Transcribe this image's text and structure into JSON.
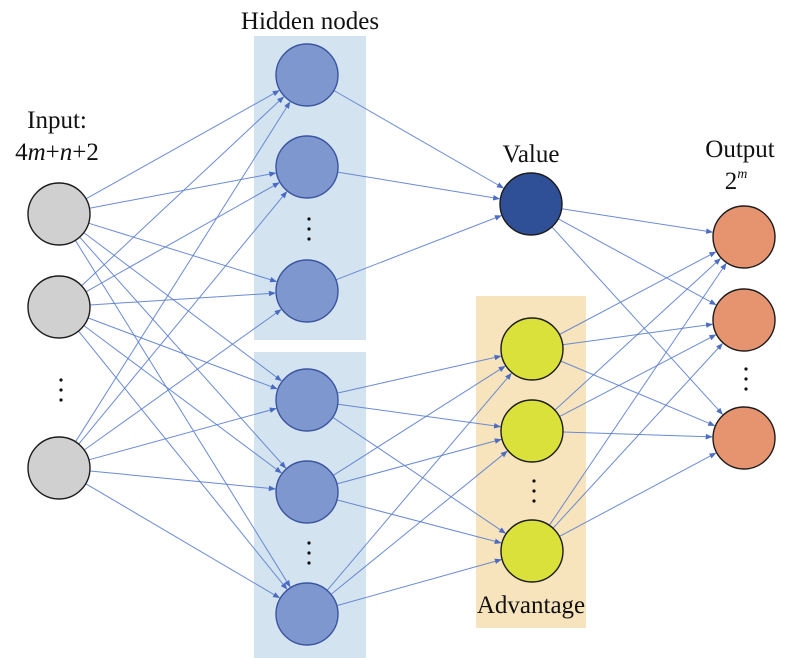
{
  "labels": {
    "hidden_title": "Hidden nodes",
    "input_line1": "Input:",
    "input_line2_parts": [
      "4",
      "m",
      "+",
      "n",
      "+2"
    ],
    "value": "Value",
    "output_line1": "Output",
    "output_base": "2",
    "output_exp": "m",
    "advantage": "Advantage"
  },
  "colors": {
    "input_fill": "#d0d0d0",
    "hidden_fill": "#7f97cf",
    "hidden_block": "#d4e3f0",
    "value_fill": "#2f4f96",
    "advantage_fill": "#d9e13a",
    "advantage_block": "#f7e4bd",
    "output_fill": "#e69470",
    "edge": "#5a7fd0",
    "arrow": "#3b5fc0"
  },
  "layers": [
    {
      "id": "input",
      "name": "Input layer",
      "visible_nodes": 3,
      "ellipsis_after": 2,
      "fill_key": "input_fill"
    },
    {
      "id": "hidden_top",
      "name": "Hidden nodes (value stream)",
      "visible_nodes": 3,
      "ellipsis_after": 2,
      "fill_key": "hidden_fill",
      "block_key": "hidden_block"
    },
    {
      "id": "hidden_bottom",
      "name": "Hidden nodes (advantage stream)",
      "visible_nodes": 3,
      "ellipsis_after": 2,
      "fill_key": "hidden_fill",
      "block_key": "hidden_block"
    },
    {
      "id": "value",
      "name": "Value",
      "visible_nodes": 1,
      "ellipsis_after": null,
      "fill_key": "value_fill"
    },
    {
      "id": "advantage",
      "name": "Advantage",
      "visible_nodes": 3,
      "ellipsis_after": 2,
      "fill_key": "advantage_fill",
      "block_key": "advantage_block"
    },
    {
      "id": "output",
      "name": "Output",
      "visible_nodes": 3,
      "ellipsis_after": 2,
      "fill_key": "output_fill"
    }
  ],
  "connections": [
    {
      "from": "input",
      "to": "hidden_top"
    },
    {
      "from": "input",
      "to": "hidden_bottom"
    },
    {
      "from": "hidden_top",
      "to": "value"
    },
    {
      "from": "hidden_bottom",
      "to": "advantage"
    },
    {
      "from": "value",
      "to": "output"
    },
    {
      "from": "advantage",
      "to": "output"
    }
  ]
}
